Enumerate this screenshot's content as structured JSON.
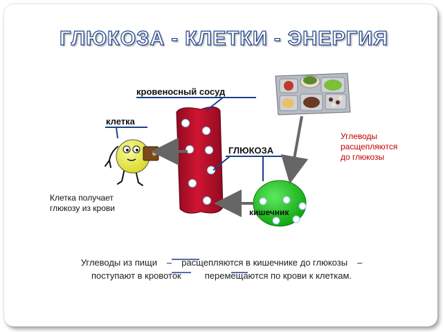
{
  "title": "ГЛЮКОЗА - КЛЕТКИ - ЭНЕРГИЯ",
  "labels": {
    "blood_vessel": "кровеносный сосуд",
    "cell": "клетка",
    "glucose": "ГЛЮКОЗА",
    "intestine": "кишечник"
  },
  "notes": {
    "cell_receives_line1": "Клетка получает",
    "cell_receives_line2": "глюкозу из крови",
    "carbs_line1": "Углеводы",
    "carbs_line2": "расщепляются",
    "carbs_line3_prefix": "до ",
    "carbs_line3_highlight": "глюкозы"
  },
  "caption": {
    "part1": "Углеводы из пищи",
    "dash1": "–",
    "part2": "расщепляются в кишечнике до глюкозы",
    "dash2": "–",
    "part3": "поступают в кровоток",
    "part4": "перемещаются по крови к клеткам."
  },
  "colors": {
    "title_stroke": "#1a3f8a",
    "vessel": "#c8102e",
    "cell": "#e8e83a",
    "intestine": "#19c219",
    "glucose_dot": "#ffffff",
    "highlight": "#c00000"
  }
}
